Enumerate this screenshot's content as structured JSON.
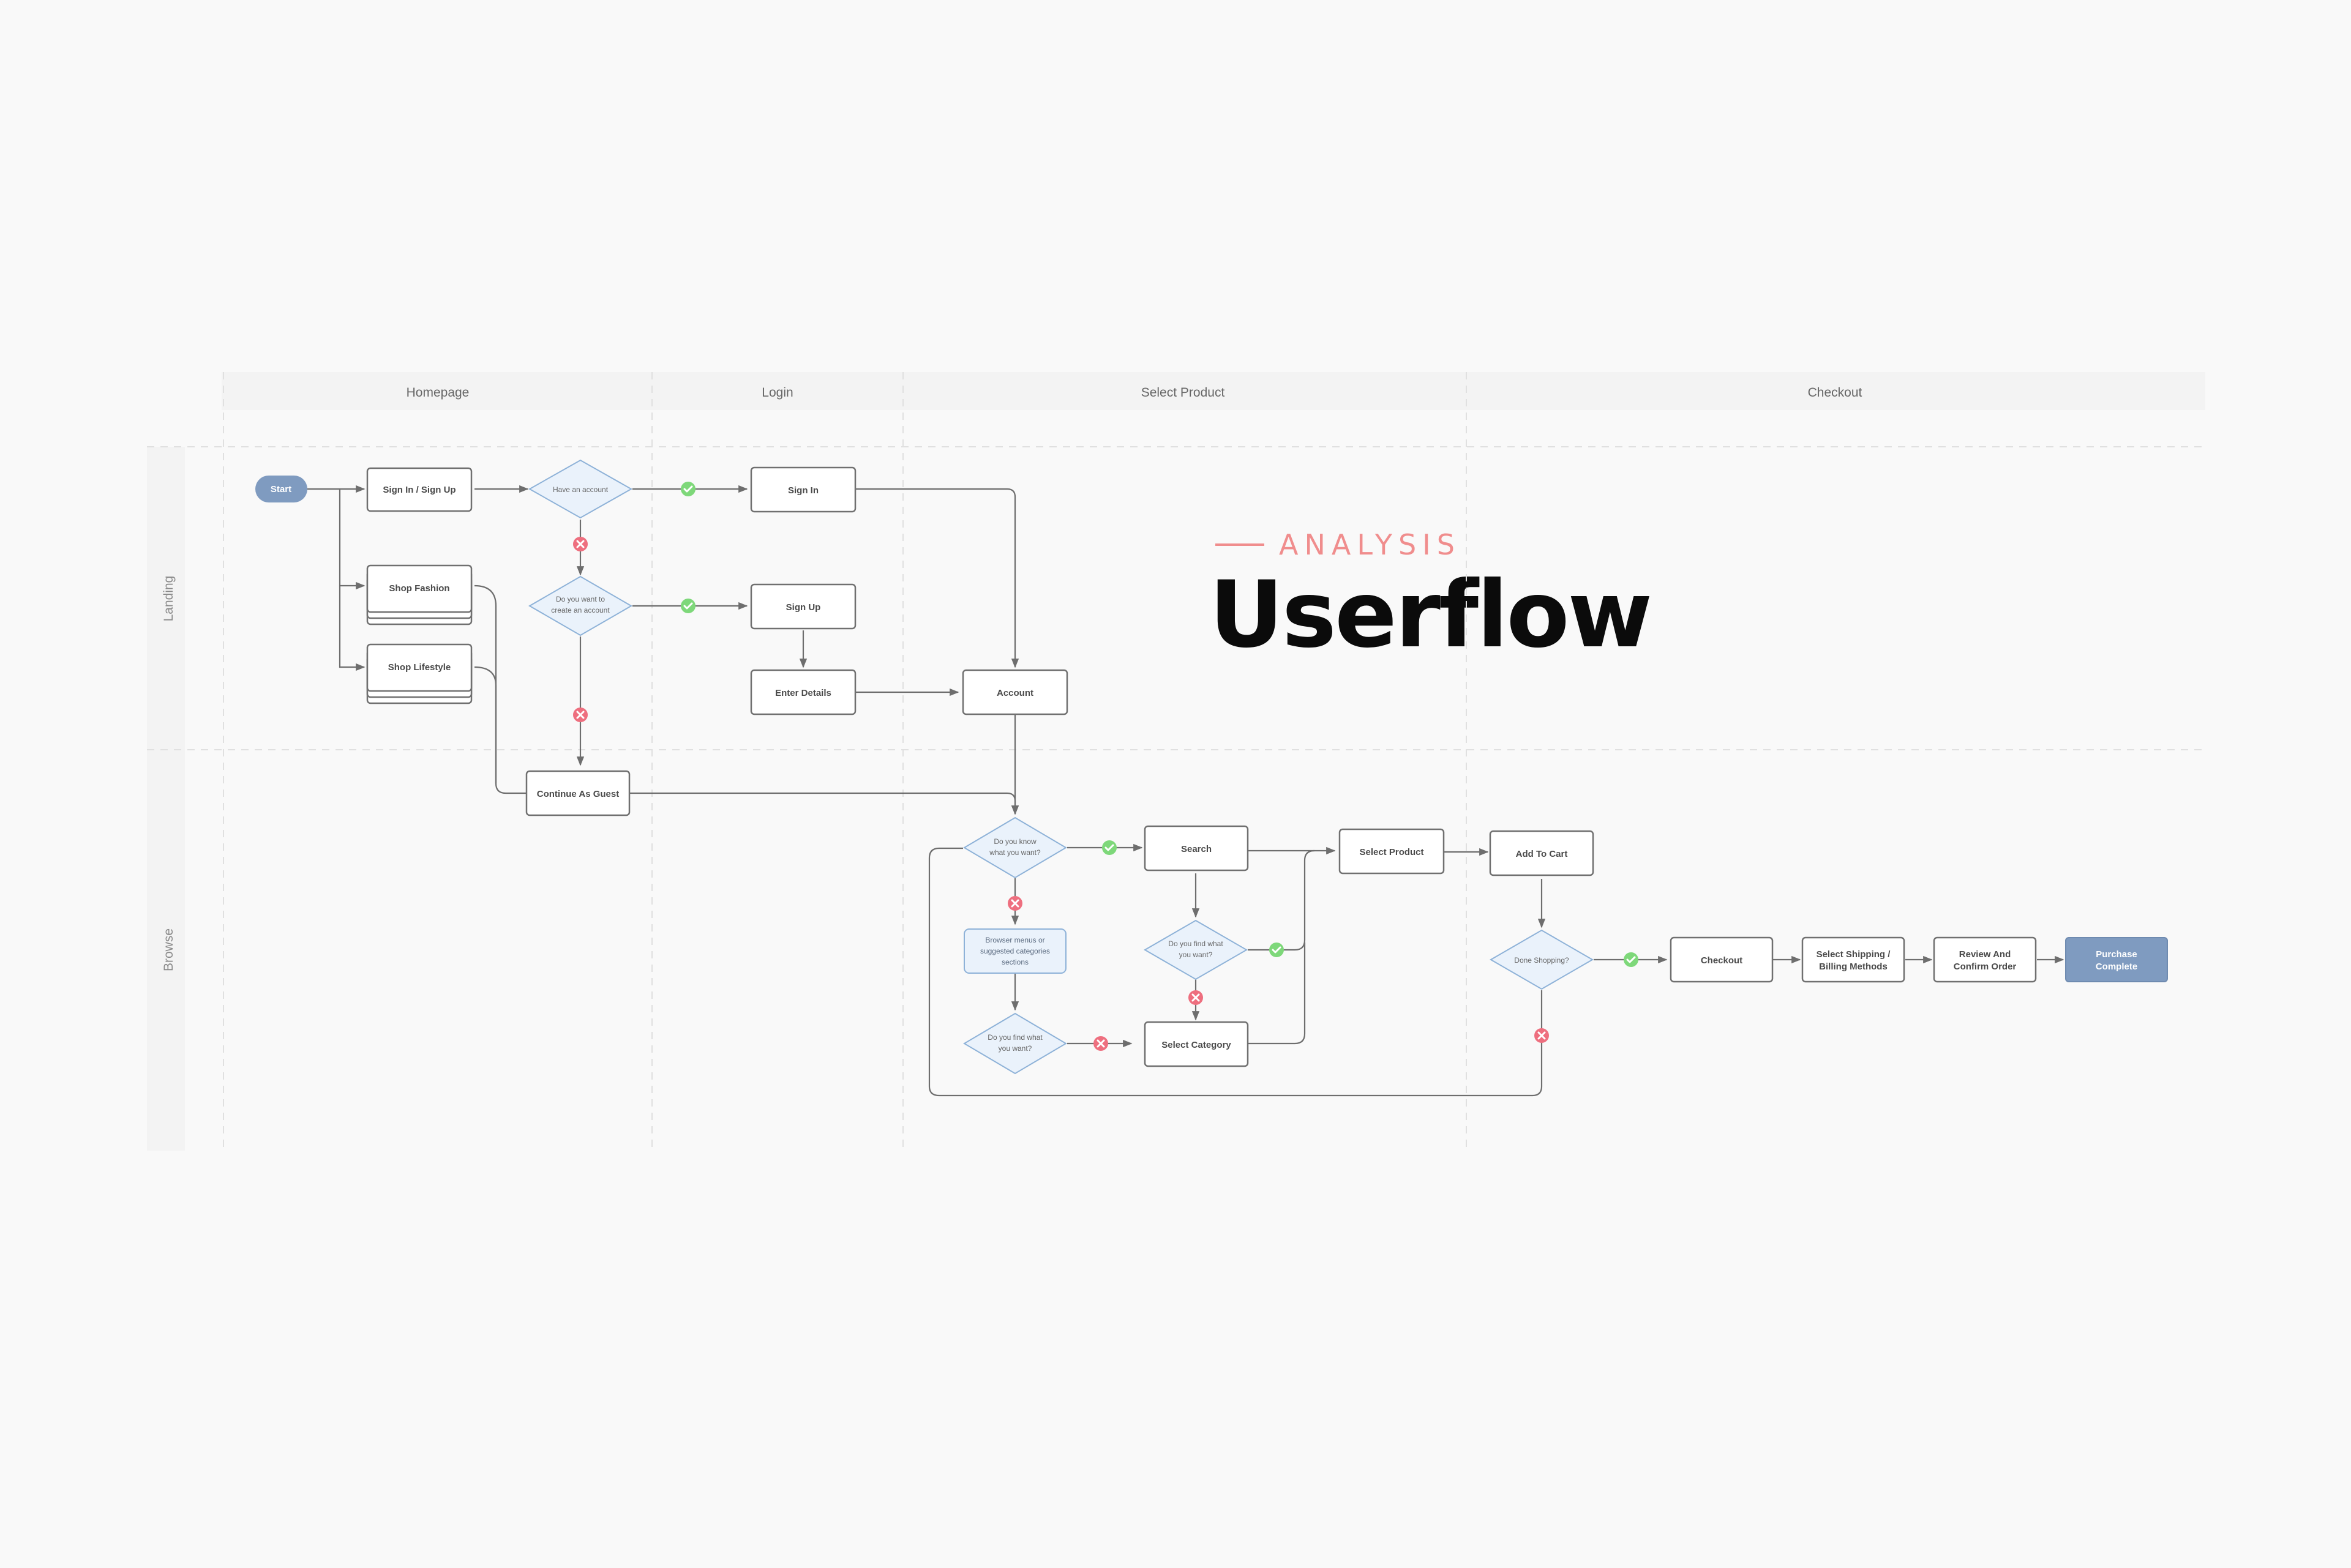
{
  "header": {
    "eyebrow": "ANALYSIS",
    "title": "Userflow"
  },
  "colors": {
    "accent": "#f08d8d",
    "terminal": "#7f9bc0",
    "yes": "#7ed87a",
    "no": "#ee6f7f",
    "decision_stroke": "#8eb2d8",
    "decision_fill": "#eaf2fb"
  },
  "columns": [
    "Homepage",
    "Login",
    "Select Product",
    "Checkout"
  ],
  "rows": [
    "Landing",
    "Browse"
  ],
  "nodes": {
    "start": "Start",
    "sign_in_up": "Sign In / Sign Up",
    "shop_fashion": "Shop Fashion",
    "shop_lifestyle": "Shop Lifestyle",
    "have_account": "Have an account",
    "want_create_1": "Do you want to",
    "want_create_2": "create an account",
    "sign_in": "Sign In",
    "sign_up": "Sign Up",
    "enter_details": "Enter Details",
    "account": "Account",
    "continue_guest": "Continue As Guest",
    "know_want_1": "Do you know",
    "know_want_2": "what you want?",
    "search": "Search",
    "select_product": "Select Product",
    "add_to_cart": "Add To Cart",
    "browse_menu_1": "Browser menus or",
    "browse_menu_2": "suggested categories",
    "browse_menu_3": "sections",
    "find_want_a_1": "Do you find what",
    "find_want_a_2": "you want?",
    "find_want_b_1": "Do you find what",
    "find_want_b_2": "you want?",
    "select_category": "Select Category",
    "done_shopping": "Done Shopping?",
    "checkout": "Checkout",
    "shipping_1": "Select Shipping /",
    "shipping_2": "Billing Methods",
    "review_1": "Review And",
    "review_2": "Confirm Order",
    "purchase_1": "Purchase",
    "purchase_2": "Complete"
  },
  "icons": {
    "yes": "check-circle-icon",
    "no": "x-circle-icon"
  }
}
